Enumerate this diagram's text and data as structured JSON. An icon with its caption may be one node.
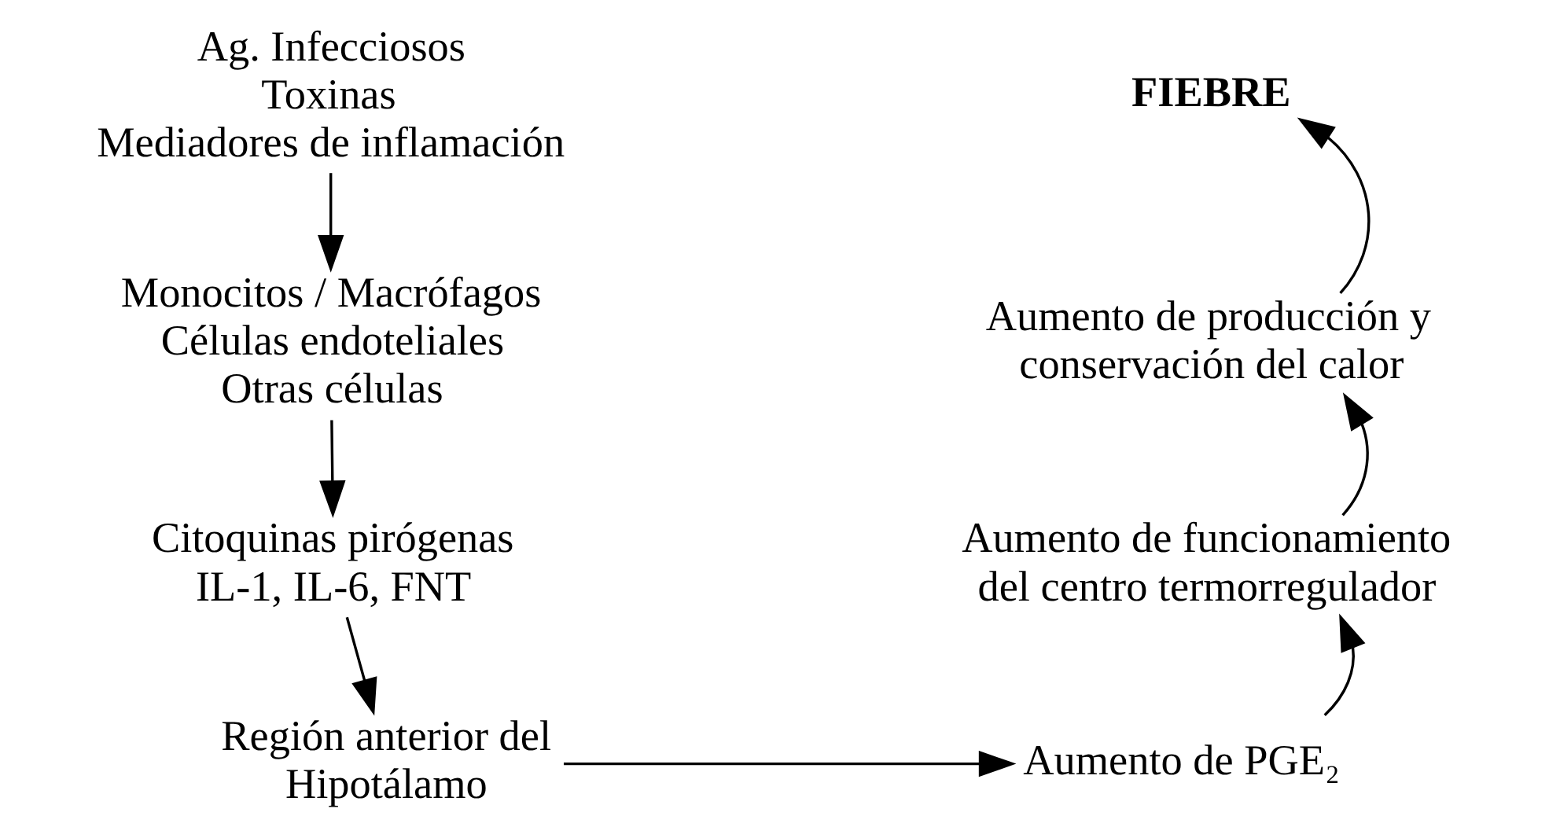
{
  "diagram": {
    "nodes": [
      {
        "text": [
          "Ag. Infecciosos",
          "Toxinas",
          "Mediadores de inflamación"
        ]
      },
      {
        "text": [
          "Monocitos / Macrófagos",
          "Células endoteliales",
          "Otras células"
        ]
      },
      {
        "text": [
          "Citoquinas pirógenas",
          "IL-1, IL-6, FNT"
        ]
      },
      {
        "text": [
          "Región anterior del Hipotálamo"
        ]
      },
      {
        "text": [
          "Aumento de PGE₂"
        ]
      },
      {
        "text": [
          "Aumento de funcionamiento del centro termorregulador"
        ]
      },
      {
        "text": [
          "Aumento de producción y conservación del calor"
        ]
      },
      {
        "text": [
          "FIEBRE"
        ]
      }
    ],
    "edges": [
      {
        "from": 0,
        "to": 1,
        "arrow": "to"
      },
      {
        "from": 1,
        "to": 2,
        "arrow": "to"
      },
      {
        "from": 2,
        "to": 3,
        "arrow": "to"
      },
      {
        "from": 3,
        "to": 4,
        "arrow": "to"
      },
      {
        "from": 4,
        "to": 5,
        "arrow": "to"
      },
      {
        "from": 5,
        "to": 6,
        "arrow": "to"
      },
      {
        "from": 6,
        "to": 7,
        "arrow": "to"
      }
    ]
  }
}
